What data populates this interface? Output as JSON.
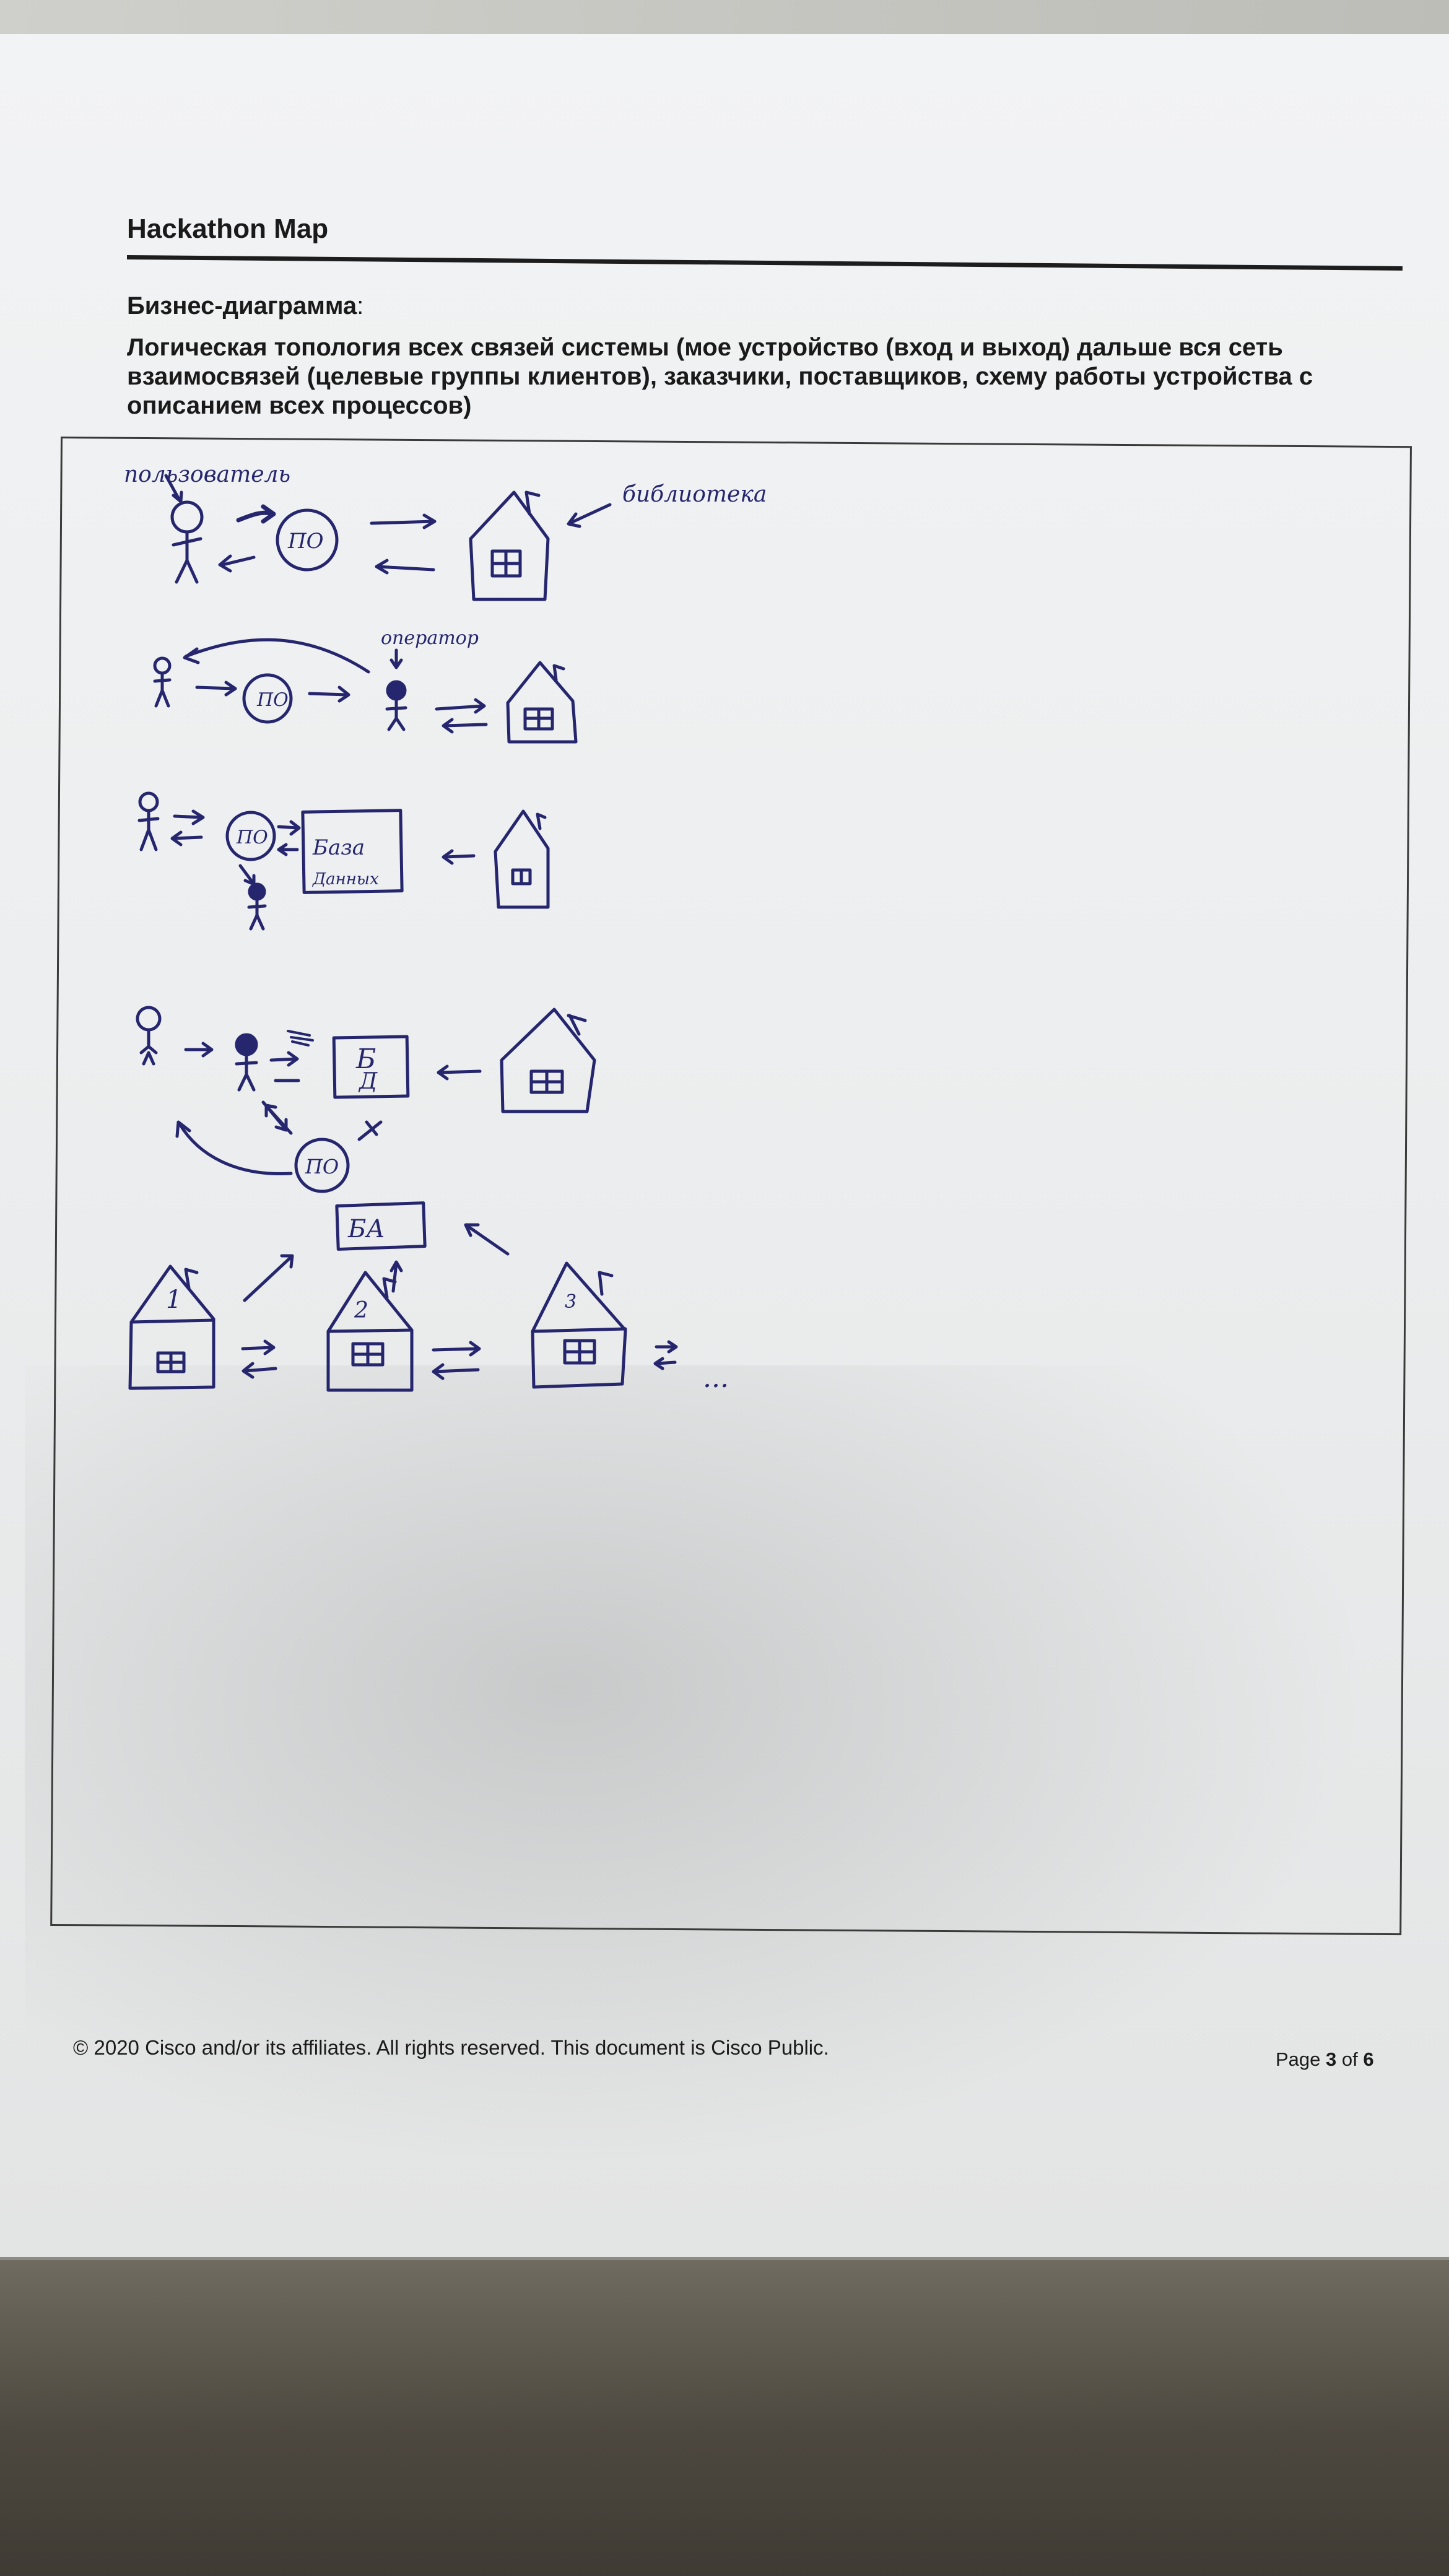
{
  "header": {
    "title": "Hackathon Map"
  },
  "section": {
    "label": "Бизнес-диаграмма",
    "label_suffix": ":",
    "description": "Логическая топология всех связей системы (мое устройство (вход и выход) дальше вся сеть взаимосвязей (целевые группы клиентов), заказчики, поставщиков, схему работы устройства с описанием всех процессов)"
  },
  "sketch": {
    "labels": {
      "user": "пользователь",
      "library": "библиотека",
      "operator": "оператор",
      "software_1": "ПО",
      "software_2": "ПО",
      "software_3": "ПО",
      "software_4": "ПО",
      "database_line1": "База",
      "database_line2": "Данных",
      "db_short": "Б",
      "db_short_2": "Д",
      "ba": "БА",
      "house_1": "1",
      "house_2": "2",
      "house_3": "3",
      "ellipsis": "..."
    },
    "ink_color": "#26266e"
  },
  "footer": {
    "copyright": "© 2020 Cisco and/or its affiliates. All rights reserved. This document is Cisco Public.",
    "page_prefix": "Page",
    "page_current": "3",
    "page_of": "of",
    "page_total": "6"
  }
}
